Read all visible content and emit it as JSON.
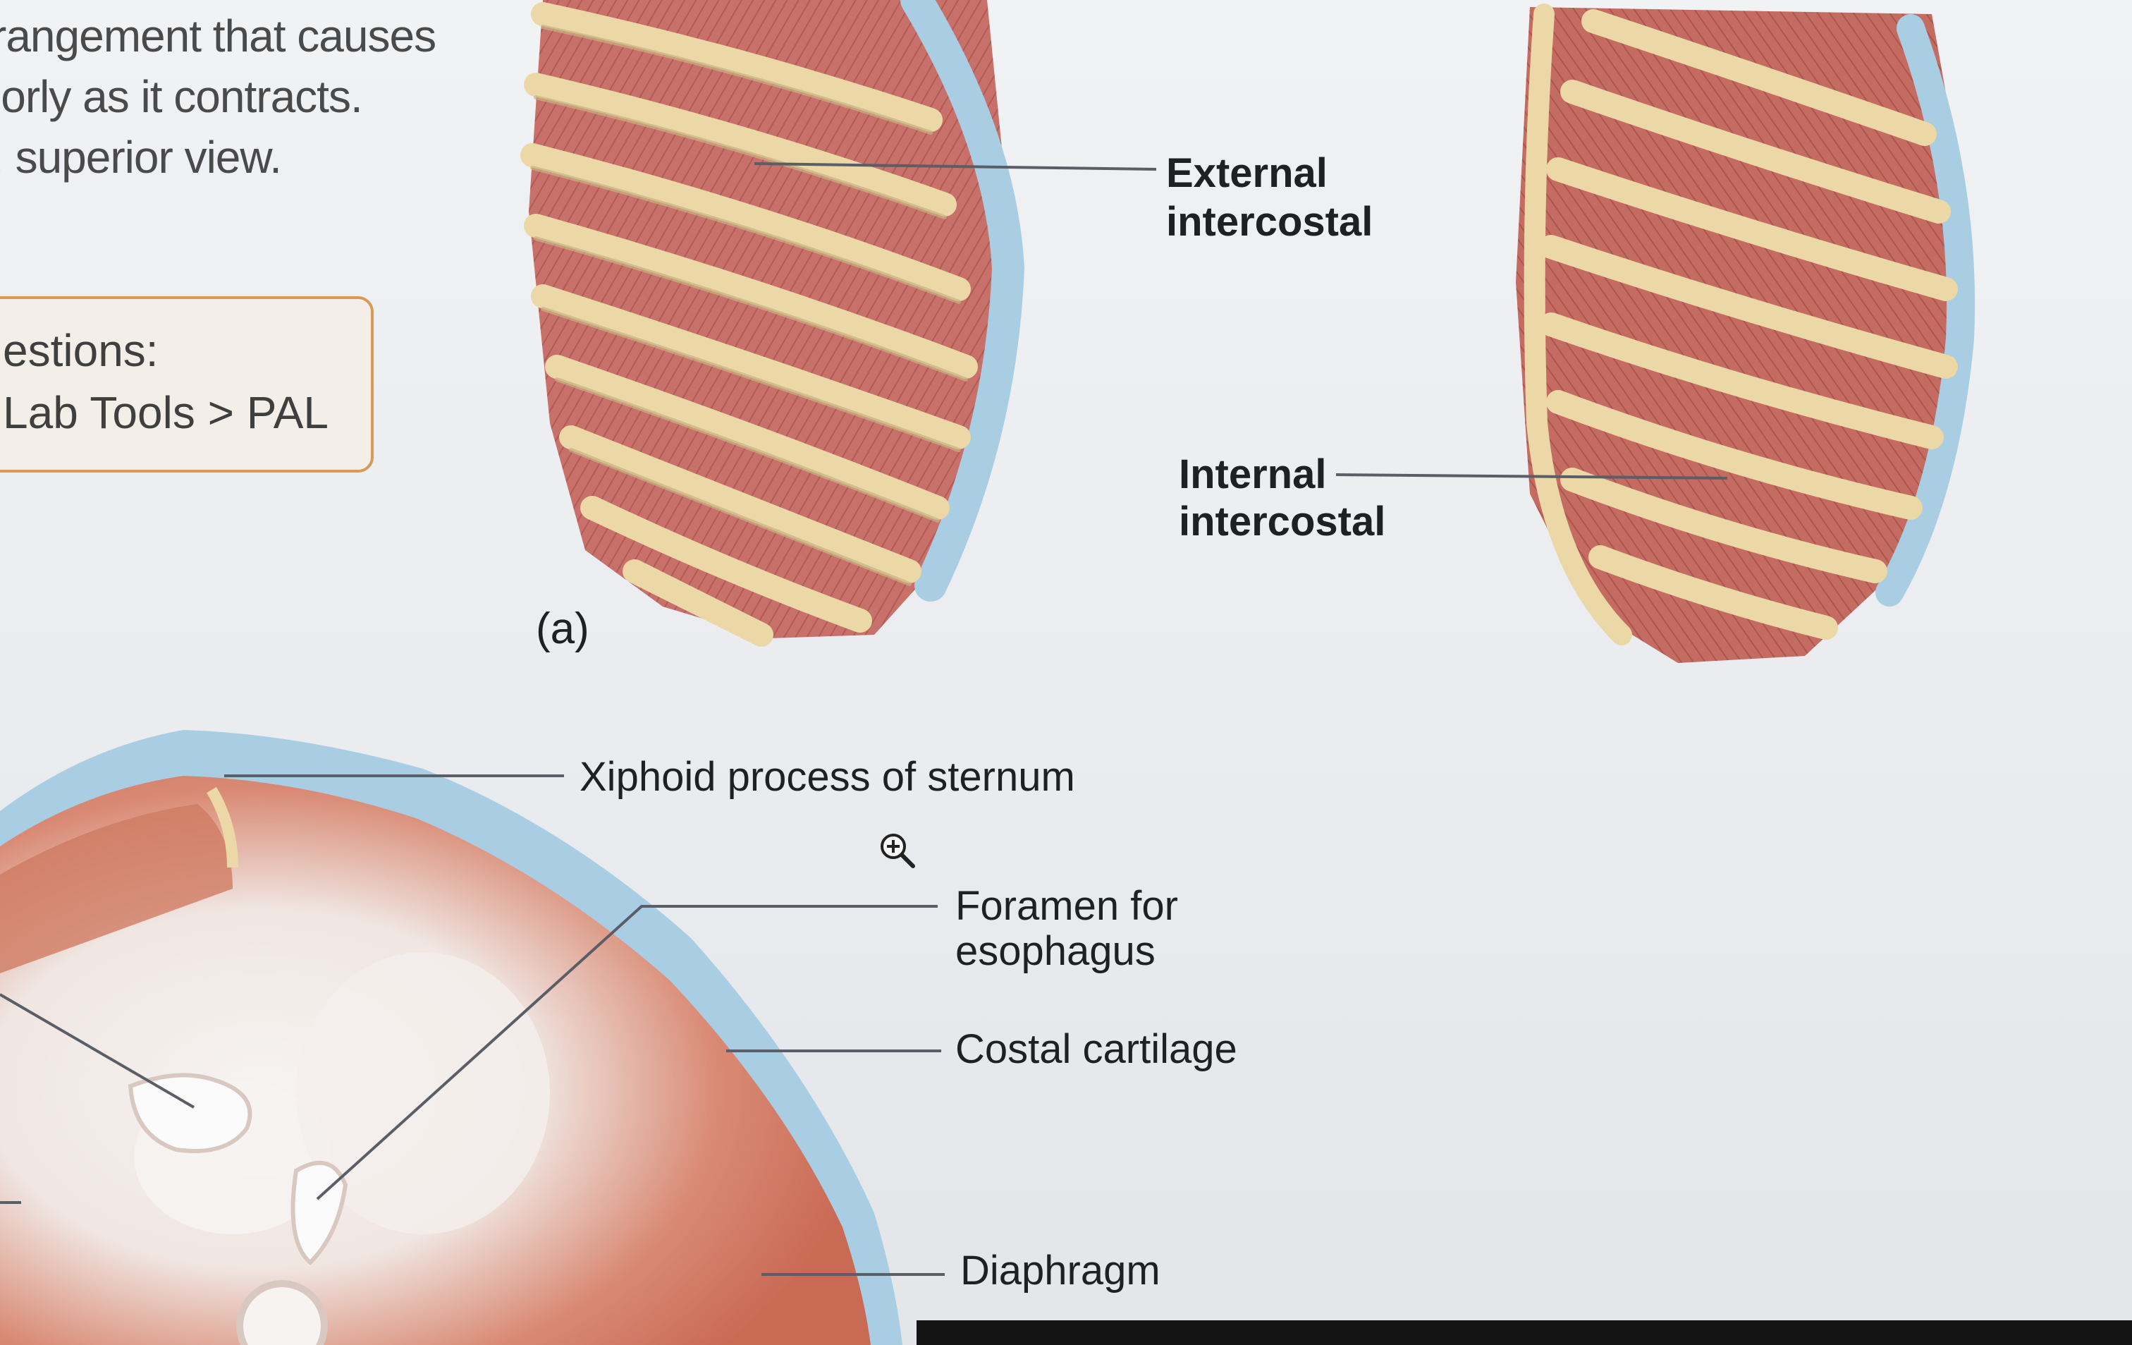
{
  "textbook": {
    "lines": [
      "rangement that causes",
      "iorly as it contracts.",
      ", superior view."
    ],
    "callout": [
      "estions:",
      "Lab Tools > PAL"
    ]
  },
  "figure": {
    "panel_label": "(a)",
    "labels": {
      "external": [
        "External",
        "intercostal"
      ],
      "internal": [
        "Internal",
        "intercostal"
      ],
      "xiphoid": "Xiphoid process of sternum",
      "foramen": [
        "Foramen for",
        "esophagus"
      ],
      "costal": "Costal cartilage",
      "diaphragm": "Diaphragm"
    }
  },
  "icons": {
    "zoom": "zoom-in-icon"
  },
  "colors": {
    "muscle": "#c9726a",
    "rib": "#ecd7a6",
    "cartilage": "#a9cde2",
    "callout_border": "#d99a56",
    "tendon": "#f4f1ee"
  }
}
